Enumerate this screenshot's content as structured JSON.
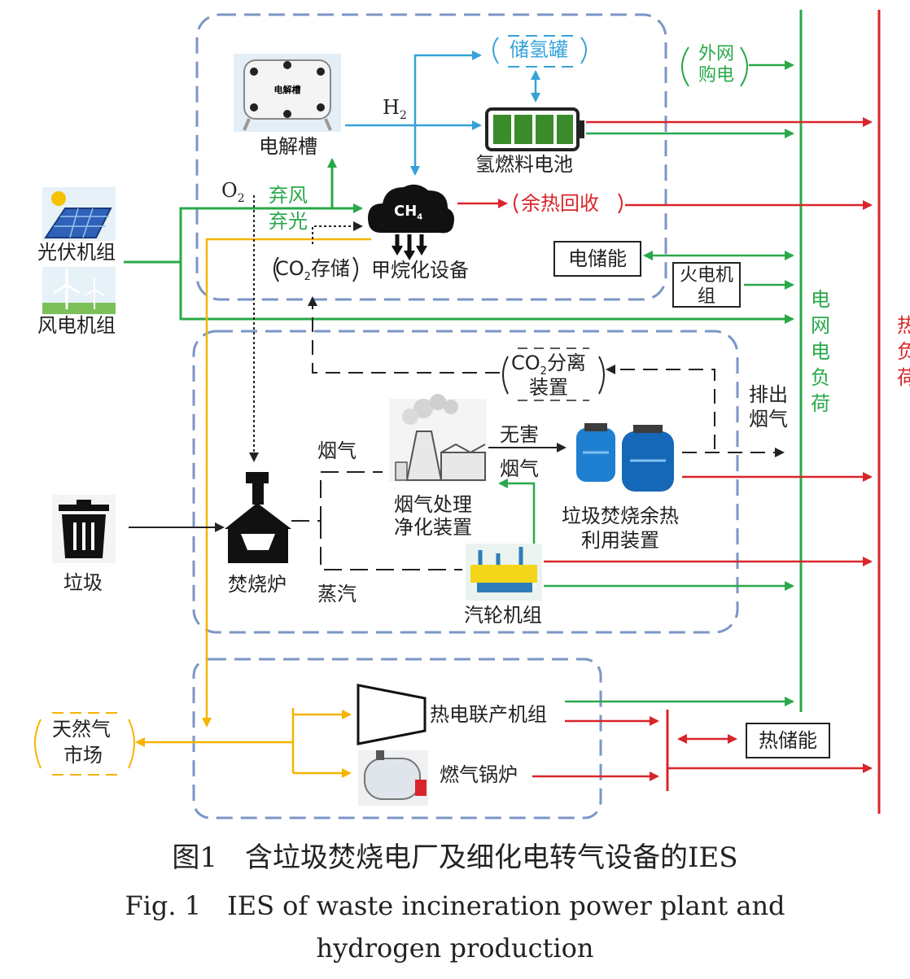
{
  "colors": {
    "electric": "#2aa84a",
    "heat": "#d8262a",
    "hydrogen": "#35a2d8",
    "gas": "#f5b400",
    "flue": "#222222",
    "region_border": "#7b96c6"
  },
  "labels": {
    "electrolyzer": "电解槽",
    "h2": "H",
    "h2_sub": "2",
    "o2": "O",
    "o2_sub": "2",
    "h2_tank": "储氢罐",
    "fuel_cell": "氢燃料电池",
    "external_grid": "外网购电",
    "curtail_wind": "弃风",
    "curtail_solar": "弃光",
    "ch4": "CH",
    "ch4_sub": "4",
    "waste_heat_recovery": "余热回收",
    "methanation": "甲烷化设备",
    "co2_storage_co": "CO",
    "co2_storage_sub": "2",
    "co2_storage": "存储",
    "pv_unit": "光伏机组",
    "wind_unit": "风电机组",
    "electric_storage": "电储能",
    "thermal_unit": "火电机组",
    "grid_load": "电网电负荷",
    "heat_load": "热负荷",
    "co2_sep_co": "CO",
    "co2_sep_sub": "2",
    "co2_sep": "分离",
    "co2_sep_2": "装置",
    "exhaust": "排出烟气",
    "flue_gas": "烟气",
    "harmless": "无害",
    "harmless_flue": "烟气",
    "flue_treatment": "烟气处理",
    "flue_treatment_2": "净化装置",
    "waste_heat_device": "垃圾焚烧余热",
    "waste_heat_device_2": "利用装置",
    "garbage": "垃圾",
    "incinerator": "焚烧炉",
    "steam": "蒸汽",
    "turbine": "汽轮机组",
    "gas_market": "天然气",
    "gas_market_2": "市场",
    "chp": "热电联产机组",
    "heat_storage": "热储能",
    "gas_boiler": "燃气锅炉",
    "electrolyzer_plate": "电解槽"
  },
  "caption": {
    "cn": "图1　含垃圾焚烧电厂及细化电转气设备的IES",
    "en_1": "Fig. 1　IES of waste incineration power plant and",
    "en_2": "hydrogen production"
  }
}
